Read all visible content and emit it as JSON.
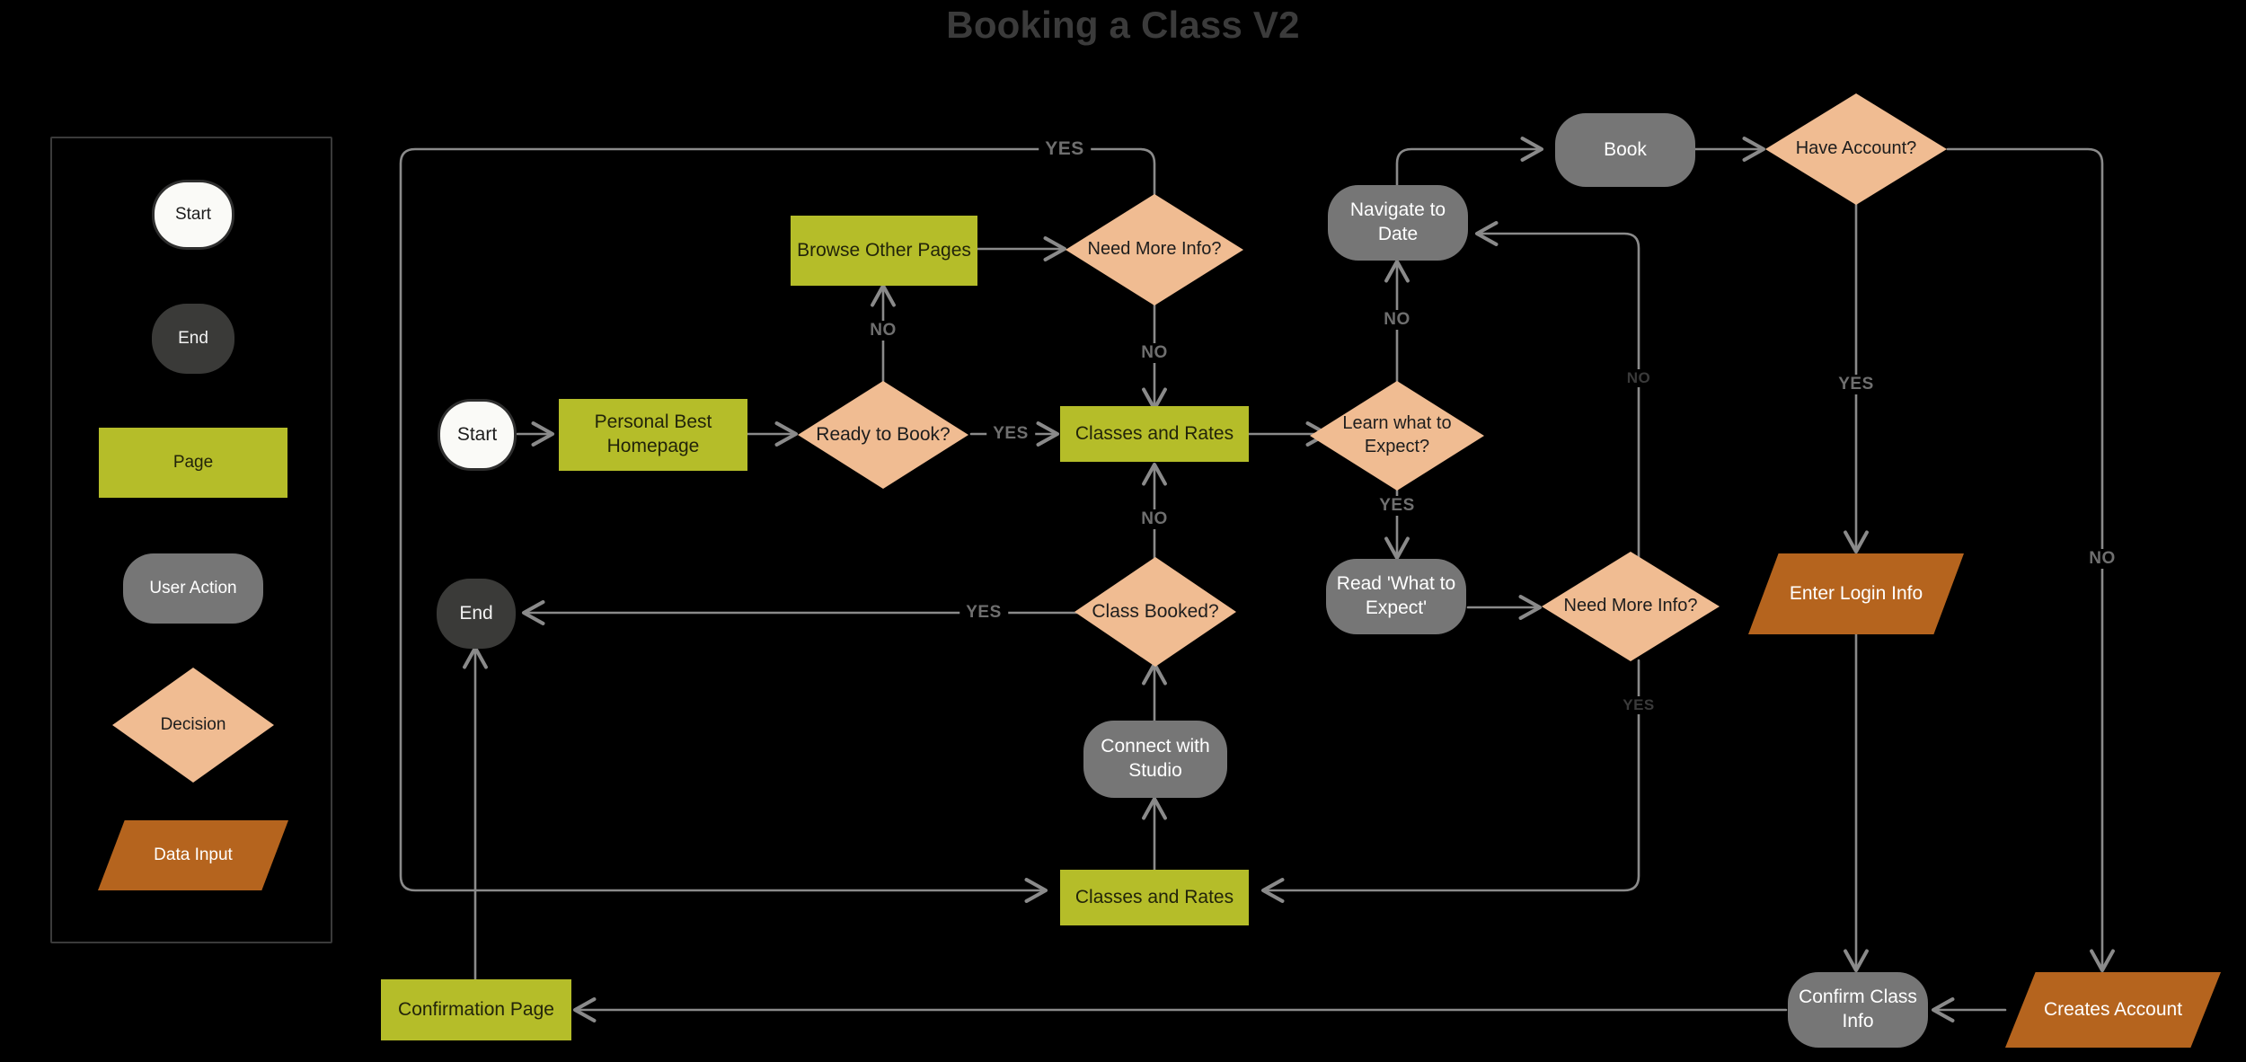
{
  "header": {
    "title": "Booking a Class V2",
    "title_color": "#3b3b3b"
  },
  "palette": {
    "background": "#000000",
    "page": "#b5bd29",
    "user_action": "#767676",
    "decision": "#f0bc92",
    "data_input": "#b5641e",
    "start": "#fafaf7",
    "end": "#3a3a38",
    "connector": "#8a8a8a",
    "edge_label": "#6f6f6f"
  },
  "legend": {
    "title": "",
    "items": [
      {
        "label": "Start",
        "shape": "start"
      },
      {
        "label": "End",
        "shape": "end"
      },
      {
        "label": "Page",
        "shape": "page"
      },
      {
        "label": "User Action",
        "shape": "action"
      },
      {
        "label": "Decision",
        "shape": "decision"
      },
      {
        "label": "Data Input",
        "shape": "data"
      }
    ]
  },
  "flow": {
    "nodes": [
      {
        "id": "start",
        "label": "Start",
        "shape": "start"
      },
      {
        "id": "homepage",
        "label": "Personal Best Homepage",
        "shape": "page"
      },
      {
        "id": "ready",
        "label": "Ready to Book?",
        "shape": "decision"
      },
      {
        "id": "browse",
        "label": "Browse Other Pages",
        "shape": "page"
      },
      {
        "id": "needinfo1",
        "label": "Need More Info?",
        "shape": "decision"
      },
      {
        "id": "classrates1",
        "label": "Classes and Rates",
        "shape": "page"
      },
      {
        "id": "learnexpect",
        "label": "Learn what to Expect?",
        "shape": "decision"
      },
      {
        "id": "navdate",
        "label": "Navigate to Date",
        "shape": "action"
      },
      {
        "id": "book",
        "label": "Book",
        "shape": "action"
      },
      {
        "id": "haveaccount",
        "label": "Have Account?",
        "shape": "decision"
      },
      {
        "id": "readexpect",
        "label": "Read 'What to Expect'",
        "shape": "action"
      },
      {
        "id": "needinfo2",
        "label": "Need More Info?",
        "shape": "decision"
      },
      {
        "id": "enterlogin",
        "label": "Enter Login Info",
        "shape": "data"
      },
      {
        "id": "classbooked",
        "label": "Class Booked?",
        "shape": "decision"
      },
      {
        "id": "end",
        "label": "End",
        "shape": "end"
      },
      {
        "id": "connect",
        "label": "Connect with Studio",
        "shape": "action"
      },
      {
        "id": "classrates2",
        "label": "Classes and Rates",
        "shape": "page"
      },
      {
        "id": "confirmpage",
        "label": "Confirmation Page",
        "shape": "page"
      },
      {
        "id": "confirminfo",
        "label": "Confirm Class Info",
        "shape": "action"
      },
      {
        "id": "createsacct",
        "label": "Creates Account",
        "shape": "data"
      }
    ],
    "edge_labels": {
      "needinfo1_yes": "YES",
      "ready_no": "NO",
      "ready_yes": "YES",
      "needinfo1_no": "NO",
      "learnexpect_no": "NO",
      "learnexpect_yes": "YES",
      "haveaccount_yes": "YES",
      "haveaccount_no": "NO",
      "needinfo2_no": "NO",
      "needinfo2_yes": "YES",
      "classbooked_yes": "YES",
      "classbooked_no": "NO"
    }
  }
}
